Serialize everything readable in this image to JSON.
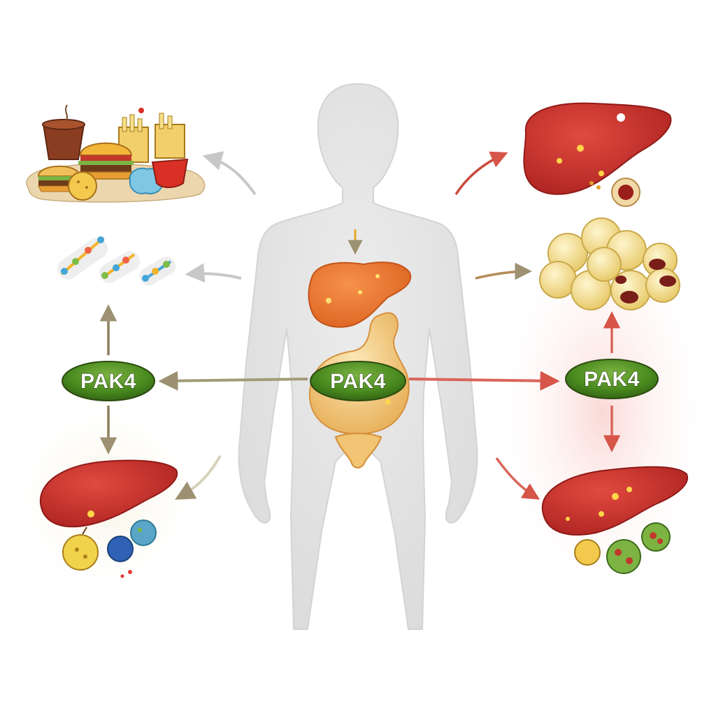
{
  "nodes": {
    "left": {
      "label": "PAK4",
      "color": "#4e8a22"
    },
    "center": {
      "label": "PAK4",
      "color": "#3f7d1c"
    },
    "right": {
      "label": "PAK4",
      "color": "#4a8720"
    }
  },
  "colors": {
    "healthy_arrow": "#a39a78",
    "disease_arrow": "#d9655a",
    "disease_glow": "#fbe1de",
    "body": "#e2e2e2",
    "liver_red": "#c8312c",
    "liver_orange": "#ee7d2f",
    "fat_cell": "#f3df95"
  },
  "icons": [
    "human-body-silhouette",
    "junk-food-pile-icon",
    "molecule-chain-icon",
    "fatty-liver-icon",
    "fat-cell-cluster-icon",
    "inflamed-liver-icon",
    "healthy-liver-icon",
    "pancreas-stomach-icon"
  ]
}
